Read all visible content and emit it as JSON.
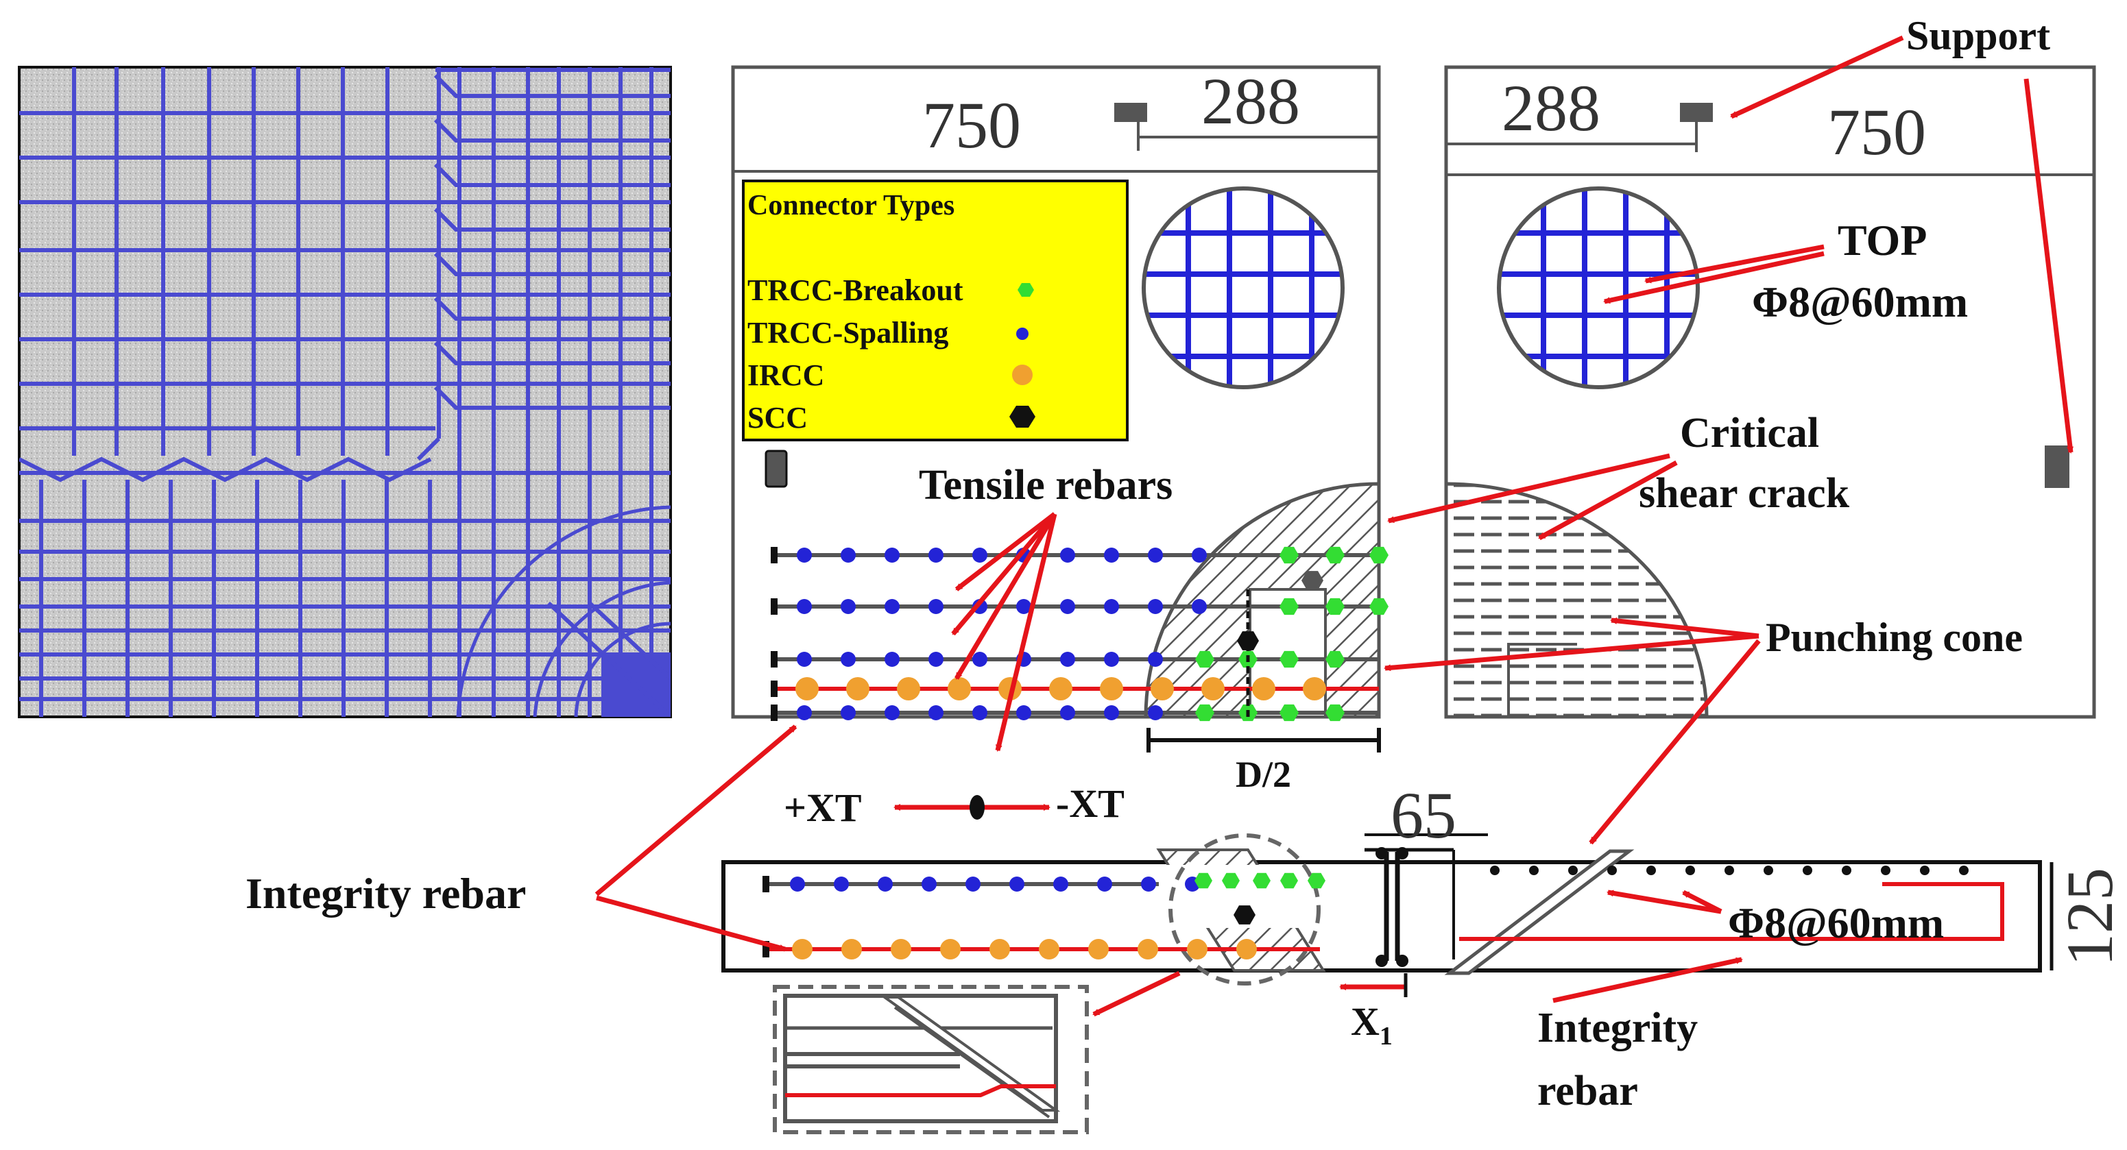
{
  "colors": {
    "rebar_blue": "#2323d6",
    "mesh_blue": "#4a4ad0",
    "arrow_red": "#e5141a",
    "legend_bg": "#ffff00",
    "green": "#33dd33",
    "orange": "#f0a030",
    "outline": "#555555"
  },
  "dims": {
    "d750_left": "750",
    "d288_left": "288",
    "d288_right": "288",
    "d750_right": "750",
    "d65": "65",
    "d125": "125",
    "d_half": "D/2"
  },
  "legend": {
    "title": "Connector Types",
    "items": [
      {
        "label": "TRCC-Breakout",
        "marker": "green-hexagon"
      },
      {
        "label": "TRCC-Spalling",
        "marker": "blue-dot"
      },
      {
        "label": "IRCC",
        "marker": "orange-dot"
      },
      {
        "label": "SCC",
        "marker": "black-hexagon"
      }
    ]
  },
  "labels": {
    "support": "Support",
    "top": "TOP",
    "top_spacing": "Φ8@60mm",
    "critical_1": "Critical",
    "critical_2": "shear crack",
    "tensile_rebars": "Tensile rebars",
    "punching_cone": "Punching cone",
    "integrity_rebar_left": "Integrity rebar",
    "xt_plus": "+XT",
    "xt_minus": "-XT",
    "section_spacing": "Φ8@60mm",
    "integrity_1": "Integrity",
    "integrity_2": "rebar",
    "x1_main": "X",
    "x1_sub": "1"
  }
}
